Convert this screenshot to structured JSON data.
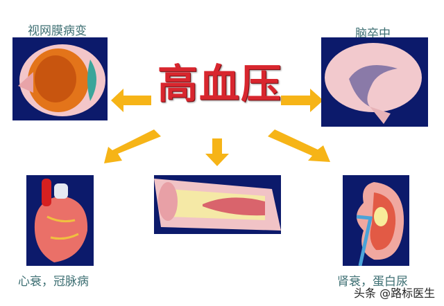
{
  "title": "高血压",
  "complications": {
    "eye": "视网膜病变",
    "brain": "脑卒中",
    "heart": "心衰，冠脉病",
    "kidney": "肾衰，蛋白尿"
  },
  "watermark": "头条 @路标医生",
  "colors": {
    "arrow": "#f6b417",
    "title": "#d8262e",
    "panel_bg": "#0c1a6b",
    "label": "#3c6e72"
  }
}
